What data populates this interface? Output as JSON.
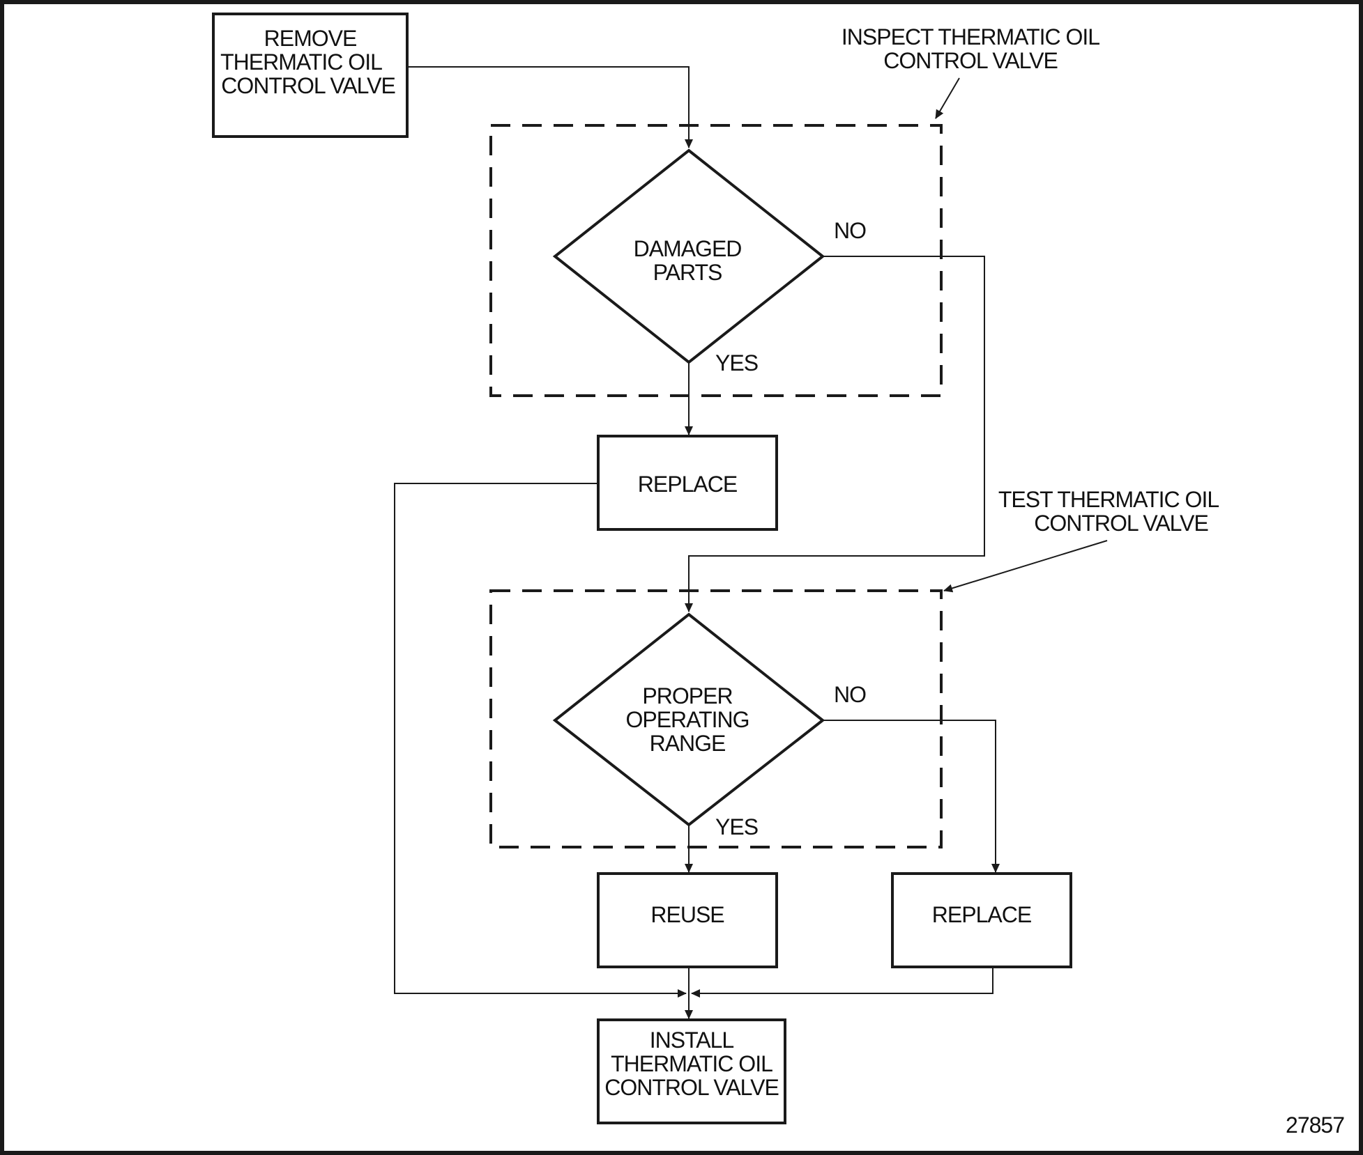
{
  "figure_number": "27857",
  "callouts": {
    "inspect": [
      "INSPECT THERMATIC OIL",
      "CONTROL VALVE"
    ],
    "test": [
      "TEST THERMATIC OIL",
      "CONTROL VALVE"
    ]
  },
  "nodes": {
    "remove": [
      "REMOVE",
      "THERMATIC OIL",
      "CONTROL VALVE"
    ],
    "damaged_parts": [
      "DAMAGED",
      "PARTS"
    ],
    "replace_1": [
      "REPLACE"
    ],
    "proper_range": [
      "PROPER",
      "OPERATING",
      "RANGE"
    ],
    "reuse": [
      "REUSE"
    ],
    "replace_2": [
      "REPLACE"
    ],
    "install": [
      "INSTALL",
      "THERMATIC OIL",
      "CONTROL VALVE"
    ]
  },
  "branch_labels": {
    "damaged_no": "NO",
    "damaged_yes": "YES",
    "range_no": "NO",
    "range_yes": "YES"
  }
}
